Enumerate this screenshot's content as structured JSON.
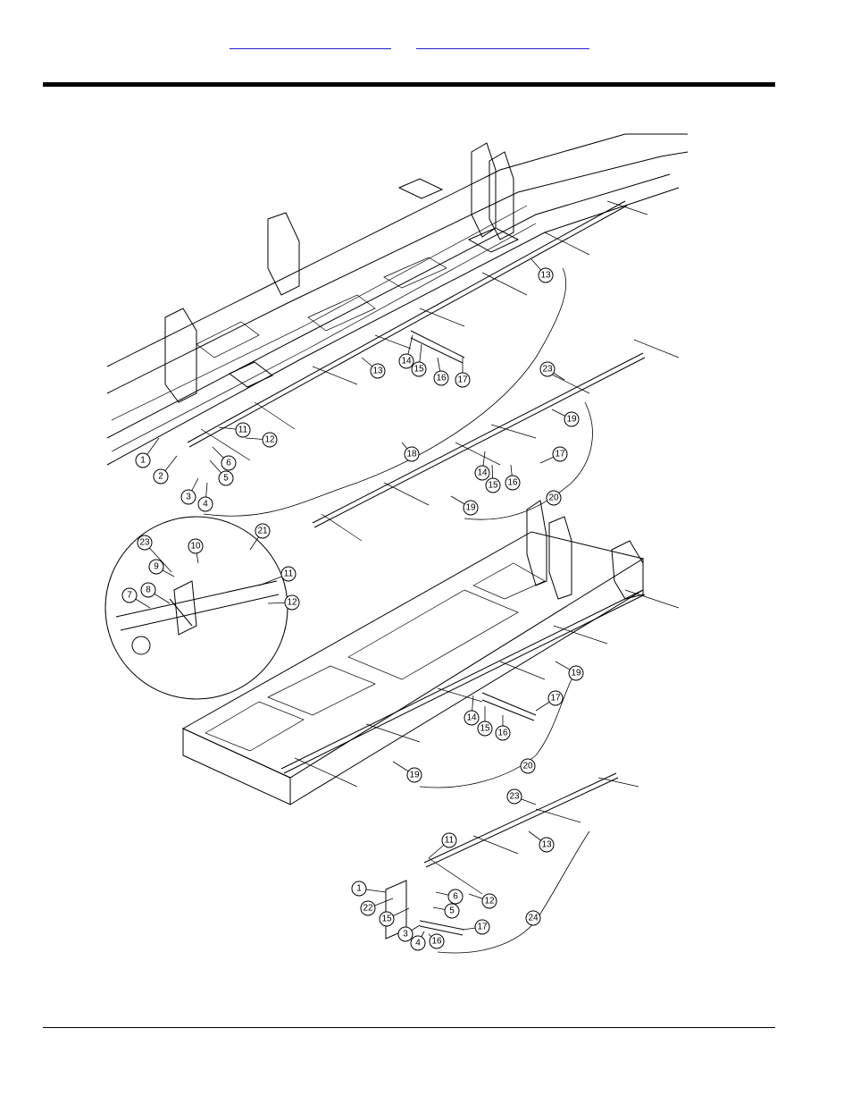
{
  "header": {
    "links": [
      {
        "label": ""
      },
      {
        "label": ""
      }
    ]
  },
  "diagram": {
    "callouts": [
      {
        "id": "c1a",
        "label": "1"
      },
      {
        "id": "c2a",
        "label": "2"
      },
      {
        "id": "c3a",
        "label": "3"
      },
      {
        "id": "c4a",
        "label": "4"
      },
      {
        "id": "c5a",
        "label": "5"
      },
      {
        "id": "c6a",
        "label": "6"
      },
      {
        "id": "c11a",
        "label": "11"
      },
      {
        "id": "c12a",
        "label": "12"
      },
      {
        "id": "c13a",
        "label": "13"
      },
      {
        "id": "c13b",
        "label": "13"
      },
      {
        "id": "c14a",
        "label": "14"
      },
      {
        "id": "c15a",
        "label": "15"
      },
      {
        "id": "c16a",
        "label": "16"
      },
      {
        "id": "c17a",
        "label": "17"
      },
      {
        "id": "c18a",
        "label": "18"
      },
      {
        "id": "c23a",
        "label": "23"
      },
      {
        "id": "c19a",
        "label": "19"
      },
      {
        "id": "c17b",
        "label": "17"
      },
      {
        "id": "c14b",
        "label": "14"
      },
      {
        "id": "c15b",
        "label": "15"
      },
      {
        "id": "c16b",
        "label": "16"
      },
      {
        "id": "c20a",
        "label": "20"
      },
      {
        "id": "c19b",
        "label": "19"
      },
      {
        "id": "c23b",
        "label": "23"
      },
      {
        "id": "c10a",
        "label": "10"
      },
      {
        "id": "c21a",
        "label": "21"
      },
      {
        "id": "c9a",
        "label": "9"
      },
      {
        "id": "c11b",
        "label": "11"
      },
      {
        "id": "c8a",
        "label": "8"
      },
      {
        "id": "c7a",
        "label": "7"
      },
      {
        "id": "c12b",
        "label": "12"
      },
      {
        "id": "c19c",
        "label": "19"
      },
      {
        "id": "c17c",
        "label": "17"
      },
      {
        "id": "c14c",
        "label": "14"
      },
      {
        "id": "c15c",
        "label": "15"
      },
      {
        "id": "c16c",
        "label": "16"
      },
      {
        "id": "c19d",
        "label": "19"
      },
      {
        "id": "c20b",
        "label": "20"
      },
      {
        "id": "c23c",
        "label": "23"
      },
      {
        "id": "c11c",
        "label": "11"
      },
      {
        "id": "c13c",
        "label": "13"
      },
      {
        "id": "c1b",
        "label": "1"
      },
      {
        "id": "c6b",
        "label": "6"
      },
      {
        "id": "c22a",
        "label": "22"
      },
      {
        "id": "c12c",
        "label": "12"
      },
      {
        "id": "c15d",
        "label": "15"
      },
      {
        "id": "c5b",
        "label": "5"
      },
      {
        "id": "c17d",
        "label": "17"
      },
      {
        "id": "c3b",
        "label": "3"
      },
      {
        "id": "c16d",
        "label": "16"
      },
      {
        "id": "c24a",
        "label": "24"
      },
      {
        "id": "c4b",
        "label": "4"
      }
    ]
  }
}
